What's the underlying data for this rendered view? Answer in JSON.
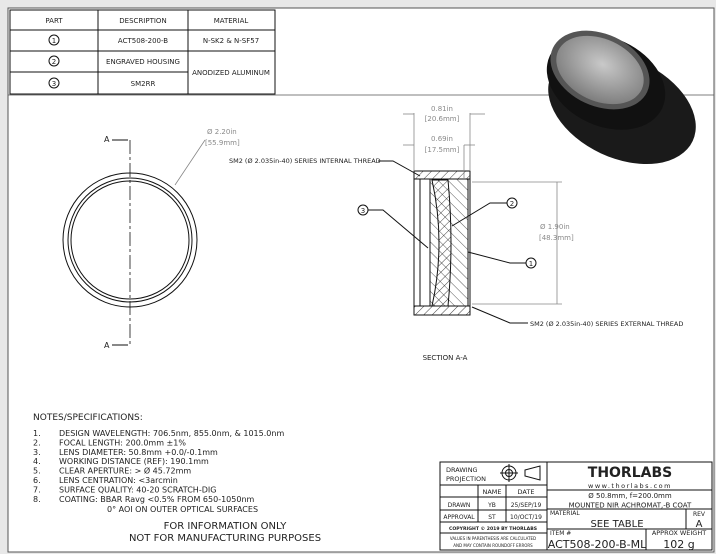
{
  "parts_table": {
    "headers": [
      "PART",
      "DESCRIPTION",
      "MATERIAL"
    ],
    "rows": [
      {
        "part": "1",
        "description": "ACT508-200-B",
        "material": "N-SK2 & N-SF57"
      },
      {
        "part": "2",
        "description": "ENGRAVED HOUSING",
        "material": "ANODIZED ALUMINUM"
      },
      {
        "part": "3",
        "description": "SM2RR",
        "material": ""
      }
    ]
  },
  "front_view": {
    "section_label": "A",
    "dim_in": "Ø 2.20in",
    "dim_mm": "[55.9mm]"
  },
  "section_view": {
    "dim_width_in": "0.81in",
    "dim_width_mm": "[20.6mm]",
    "dim_lens_in": "0.69in",
    "dim_lens_mm": "[17.5mm]",
    "dim_dia_in": "Ø 1.90in",
    "dim_dia_mm": "[48.3mm]",
    "internal_thread": "SM2 (Ø 2.035in-40) SERIES INTERNAL THREAD",
    "external_thread": "SM2 (Ø 2.035in-40) SERIES EXTERNAL THREAD",
    "callouts": [
      "1",
      "2",
      "3"
    ],
    "title": "SECTION A-A"
  },
  "notes": {
    "heading": "NOTES/SPECIFICATIONS:",
    "items": [
      {
        "num": "1.",
        "text": "DESIGN WAVELENGTH: 706.5nm, 855.0nm, & 1015.0nm"
      },
      {
        "num": "2.",
        "text": "FOCAL LENGTH: 200.0mm ±1%"
      },
      {
        "num": "3.",
        "text": "LENS DIAMETER: 50.8mm +0.0/-0.1mm"
      },
      {
        "num": "4.",
        "text": "WORKING DISTANCE (REF): 190.1mm"
      },
      {
        "num": "5.",
        "text": "CLEAR APERTURE: > Ø 45.72mm"
      },
      {
        "num": "6.",
        "text": "LENS CENTRATION: <3arcmin"
      },
      {
        "num": "7.",
        "text": "SURFACE QUALITY: 40-20 SCRATCH-DIG"
      },
      {
        "num": "8.",
        "text": "COATING: BBAR Ravg <0.5% FROM 650-1050nm"
      }
    ],
    "continuation": "0° AOI ON OUTER OPTICAL SURFACES",
    "disclaimer_1": "FOR INFORMATION ONLY",
    "disclaimer_2": "NOT FOR MANUFACTURING PURPOSES"
  },
  "title_block": {
    "drawing_projection": [
      "DRAWING",
      "PROJECTION"
    ],
    "name_header": "NAME",
    "date_header": "DATE",
    "drawn_label": "DRAWN",
    "drawn_name": "YB",
    "drawn_date": "25/SEP/19",
    "approval_label": "APPROVAL",
    "approval_name": "ST",
    "approval_date": "10/OCT/19",
    "copyright": "COPYRIGHT © 2019 BY THORLABS",
    "values_note_1": "VALUES IN PARENTHESIS ARE CALCULATED",
    "values_note_2": "AND MAY CONTAIN ROUNDOFF ERRORS",
    "logo": "THORLABS",
    "website": "www.thorlabs.com",
    "description_1": "Ø 50.8mm, f=200.0mm",
    "description_2": "MOUNTED NIR ACHROMAT,-B COAT",
    "material_label": "MATERIAL",
    "material_value": "SEE TABLE",
    "rev_label": "REV",
    "rev_value": "A",
    "item_label": "ITEM #",
    "item_value": "ACT508-200-B-ML",
    "weight_label": "APPROX WEIGHT",
    "weight_value": "102 g"
  }
}
